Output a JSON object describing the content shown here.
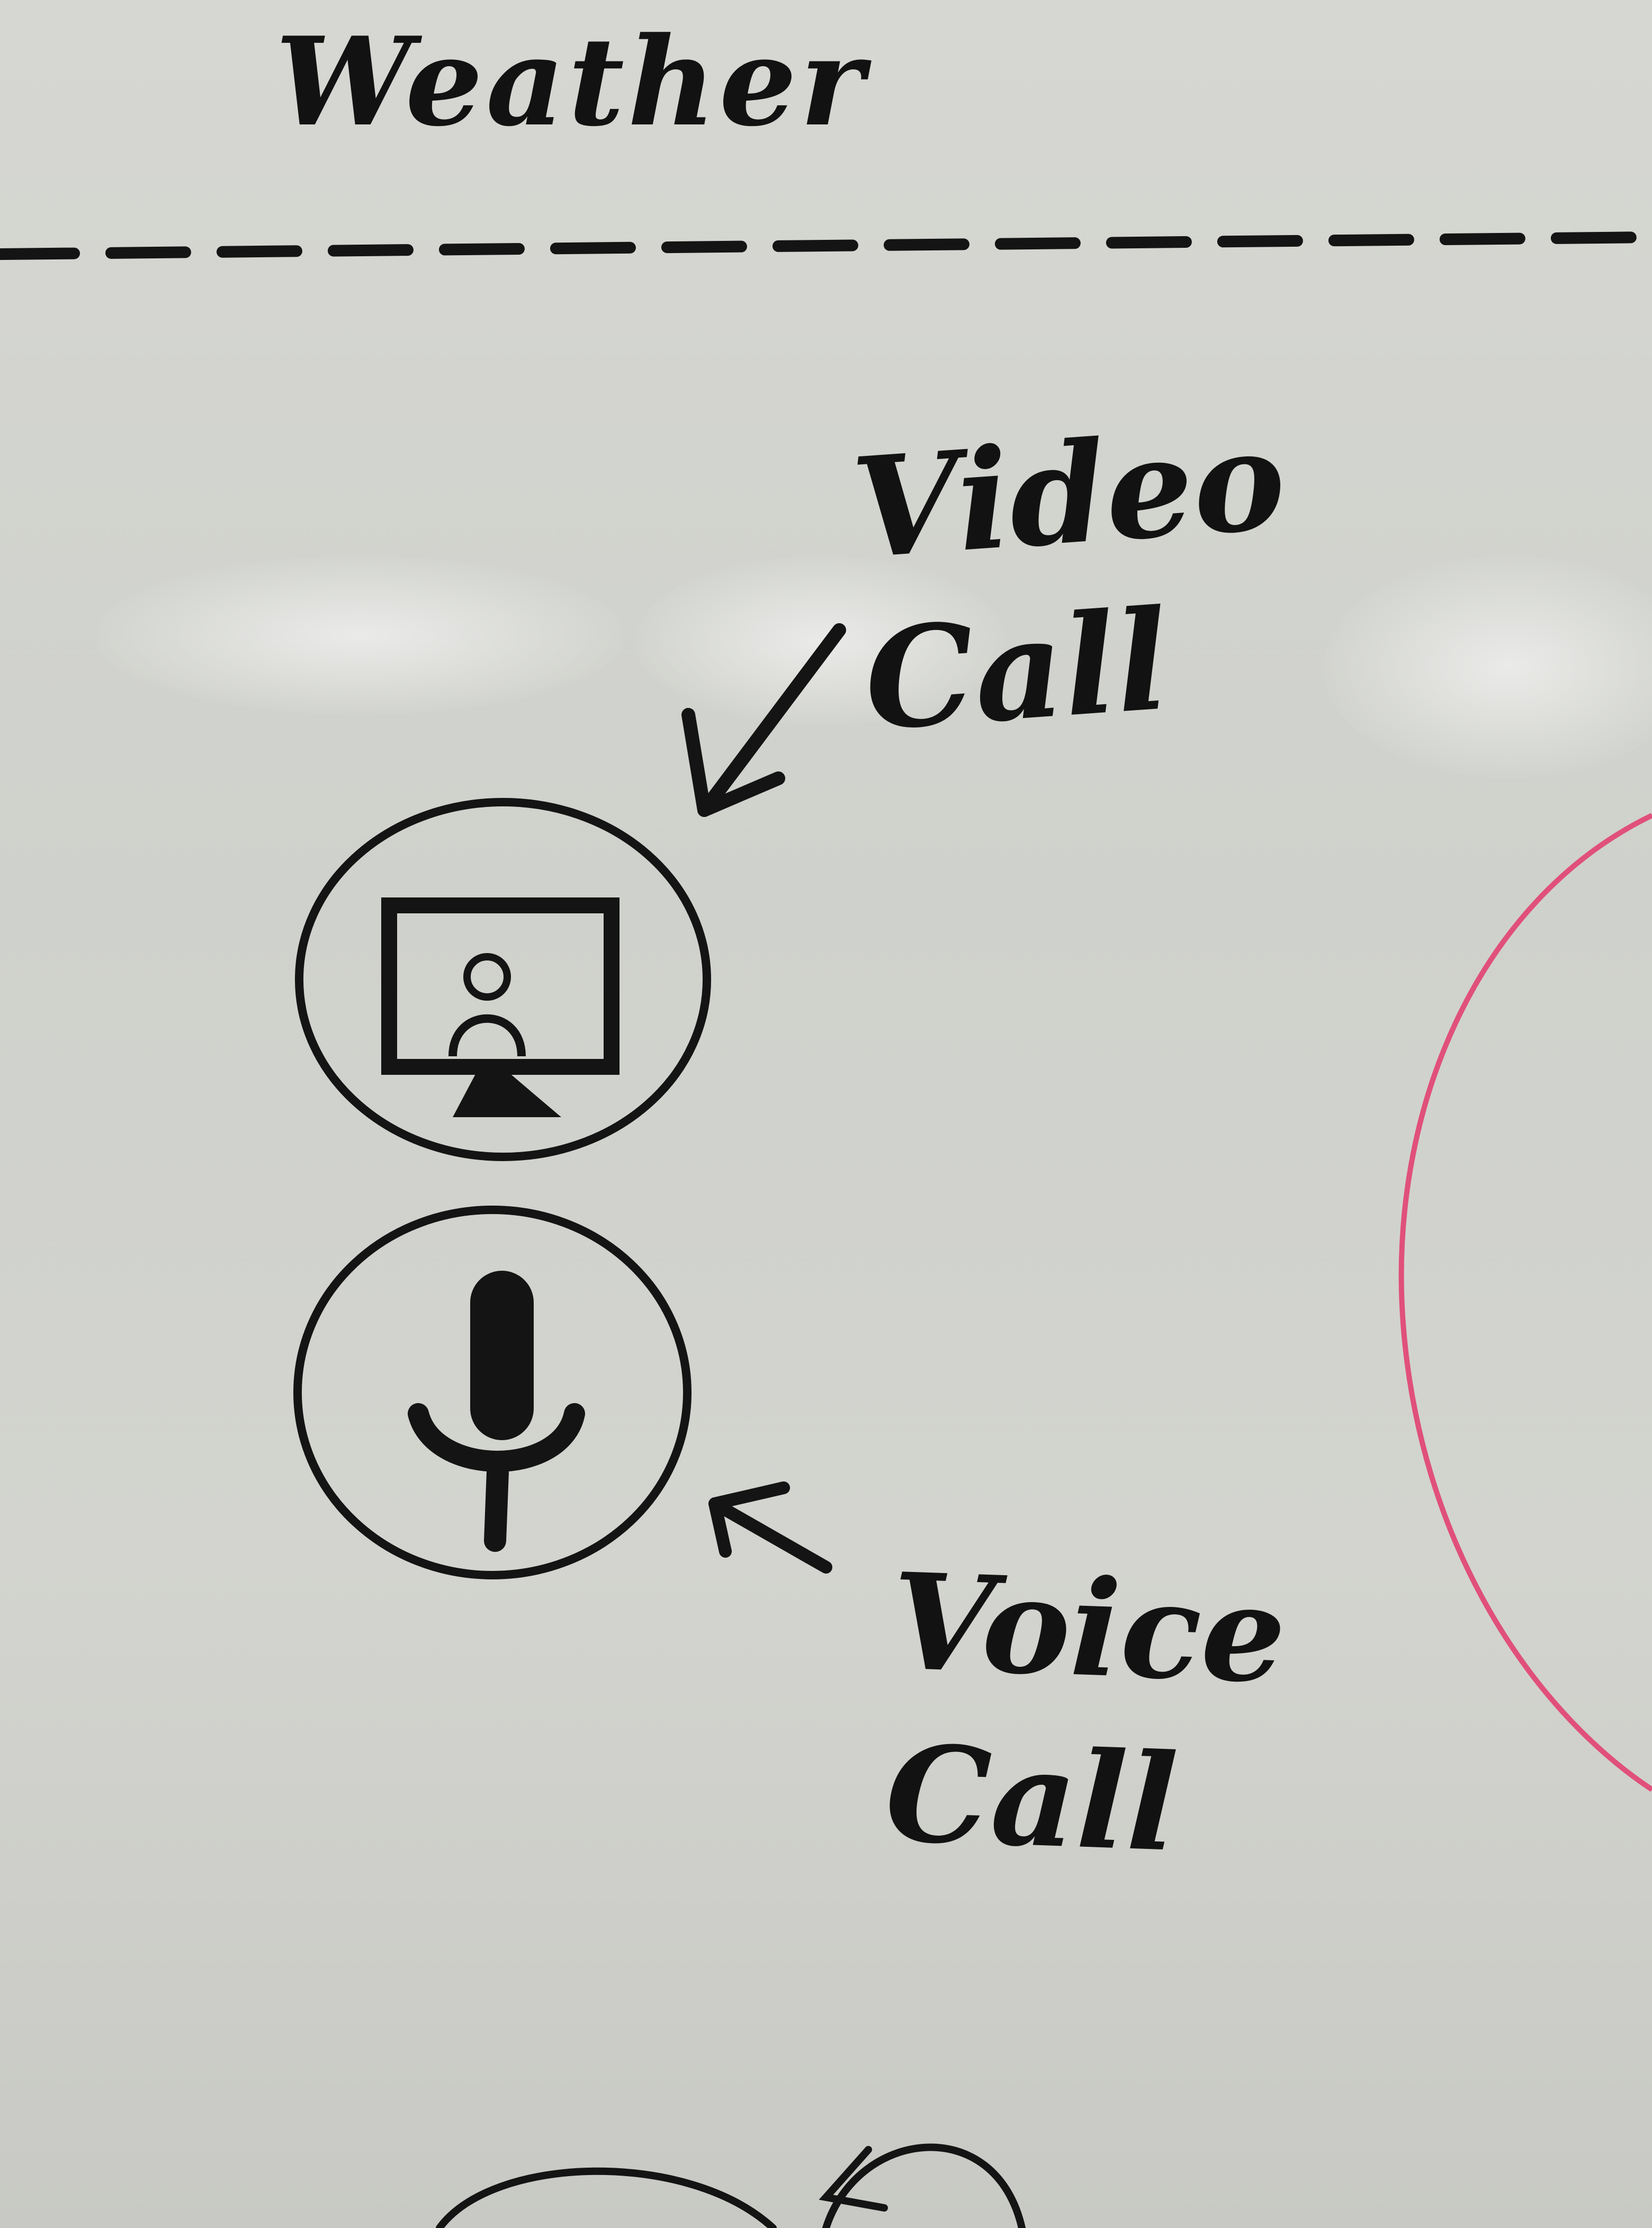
{
  "header": {
    "title": "Weather"
  },
  "callouts": {
    "video_call": "Video\nCall",
    "voice_call": "Voice\nCall"
  },
  "buttons": [
    {
      "name": "video-call-button",
      "icon": "video-monitor-person-icon"
    },
    {
      "name": "voice-call-button",
      "icon": "microphone-icon"
    }
  ],
  "colors": {
    "ink": "#121212",
    "board": "#d2d3ce",
    "accent_circle": "#e0507a"
  }
}
